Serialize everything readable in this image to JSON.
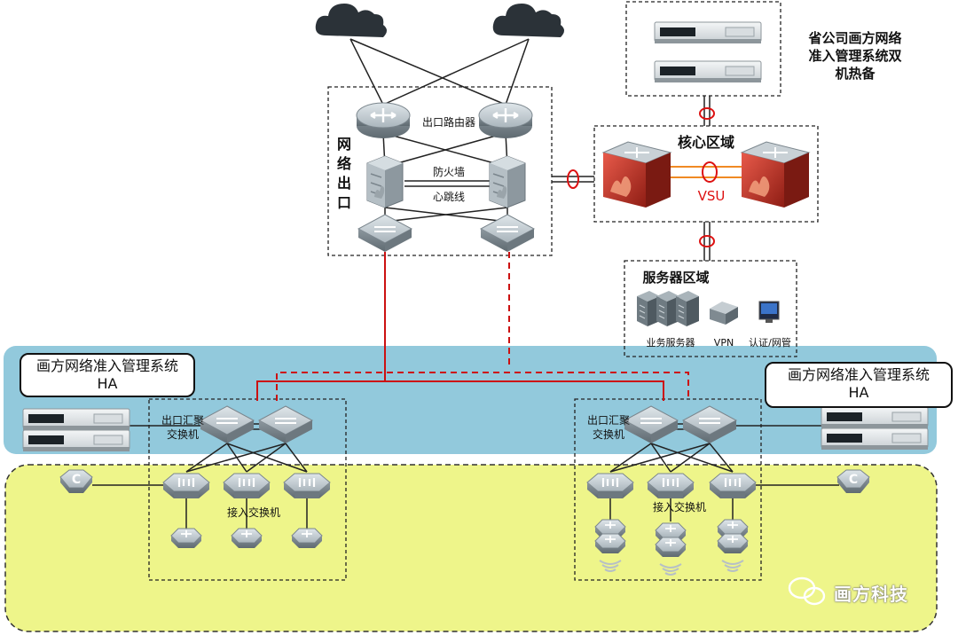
{
  "labels": {
    "provincial_nac_hot_standby": [
      "省公司画方网络",
      "准入管理系统双",
      "机热备"
    ],
    "core_zone": "核心区域",
    "vsu": "VSU",
    "egress_zone_vertical": [
      "网",
      "络",
      "出",
      "口"
    ],
    "egress_router": "出口路由器",
    "firewall": "防火墙",
    "heartbeat_line": "心跳线",
    "server_zone": "服务器区域",
    "business_servers": "业务服务器",
    "vpn": "VPN",
    "auth_netmgmt": "认证/网管",
    "nac_ha_left": [
      "画方网络准入管理系统",
      "HA"
    ],
    "nac_ha_right": [
      "画方网络准入管理系统",
      "HA"
    ],
    "egress_agg_switch_left": [
      "出口汇聚",
      "交换机"
    ],
    "egress_agg_switch_right": [
      "出口汇聚",
      "交换机"
    ],
    "access_switch_left": "接入交换机",
    "access_switch_right": "接入交换机",
    "watermark": "画方科技"
  },
  "colors": {
    "blue_band": "#92c9dc",
    "yellow_zone": "#eef58a",
    "red_link": "#cc1111",
    "orange_link": "#f08a24",
    "device_gray": "#9aa6ae",
    "firewall_red": "#c0392b"
  }
}
